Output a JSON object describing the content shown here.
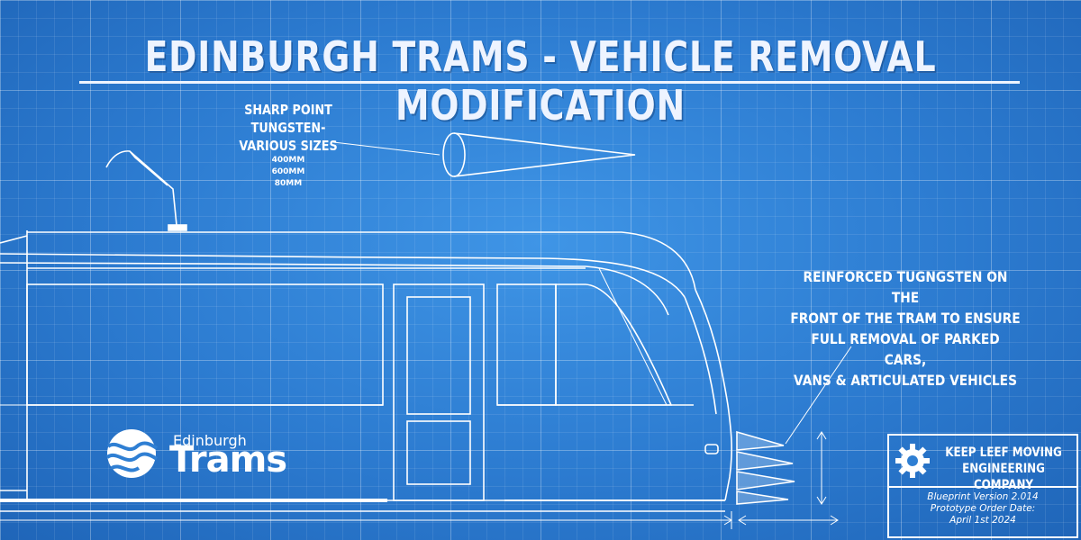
{
  "title": "EDINBURGH TRAMS - VEHICLE REMOVAL MODIFICATION",
  "spike_callout": {
    "line1": "SHARP POINT TUNGSTEN-",
    "line2": "VARIOUS SIZES",
    "sizes": [
      "400MM",
      "600MM",
      "80MM"
    ]
  },
  "front_callout": {
    "lines": [
      "REINFORCED TUGNGSTEN  ON THE",
      "FRONT OF THE TRAM TO ENSURE",
      "FULL REMOVAL OF PARKED CARS,",
      "VANS & ARTICULATED VEHICLES"
    ]
  },
  "logo": {
    "small": "Edinburgh",
    "big": "Trams"
  },
  "company": {
    "name_lines": [
      "KEEP LEEF MOVING",
      "ENGINEERING COMPANY"
    ],
    "info_lines": [
      "Blueprint Version 2.014",
      "Prototype Order Date:",
      "April 1st 2024"
    ],
    "icon": "gear-icon"
  },
  "colors": {
    "background": "#2f7fd3",
    "line": "#ffffff"
  }
}
